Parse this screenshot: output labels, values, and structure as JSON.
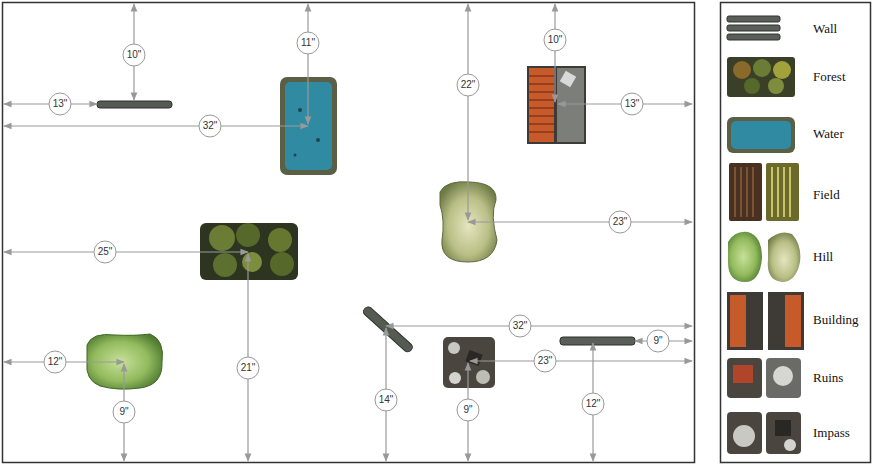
{
  "diagram": {
    "labels": [
      "10\"",
      "11\"",
      "10\"",
      "22\"",
      "13\"",
      "13\"",
      "32\"",
      "23\"",
      "25\"",
      "32\"",
      "9\"",
      "12\"",
      "23\"",
      "21\"",
      "14\"",
      "9\"",
      "9\"",
      "12\""
    ],
    "legend": [
      {
        "text": "Wall"
      },
      {
        "text": "Forest"
      },
      {
        "text": "Water"
      },
      {
        "text": "Field"
      },
      {
        "text": "Hill"
      },
      {
        "text": "Building"
      },
      {
        "text": "Ruins"
      },
      {
        "text": "Impass"
      }
    ]
  }
}
